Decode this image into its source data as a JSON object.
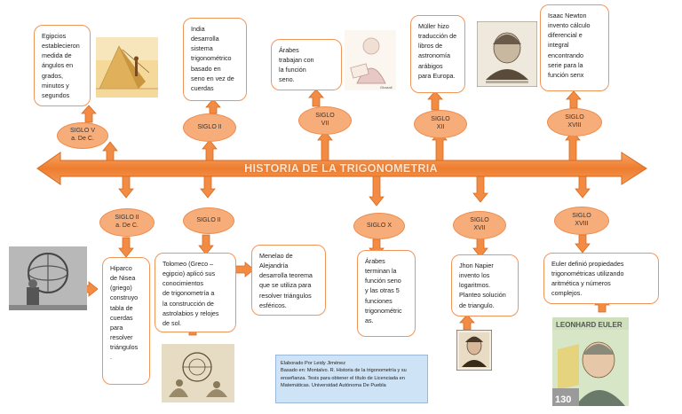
{
  "title": "HISTORIA DE LA TRIGONOMETRIA",
  "top_centuries": [
    {
      "label": "SIGLO V\na. De C."
    },
    {
      "label": "SIGLO II"
    },
    {
      "label": "SIGLO\nVII"
    },
    {
      "label": "SIGLO\nXII"
    },
    {
      "label": "SIGLO\nXVIII"
    }
  ],
  "top_boxes": [
    {
      "text": "Egipcios\nestablecieron\nmedida de\nángulos en\ngrados,\nminutos y\nsegundos"
    },
    {
      "text": "India\ndesarrolla\nsistema\ntrigonométrico\nbasado en\nseno en vez de\ncuerdas"
    },
    {
      "text": "Árabes\ntrabajan con\nla función\nseno."
    },
    {
      "text": "Müller hizo\ntraducción de\nlibros de\nastronomía\narábigos\npara Europa."
    },
    {
      "text": "Isaac Newton\ninvento cálculo\ndiferencial  e\nintegral\nencontrando\nserie para la\nfunción senx"
    }
  ],
  "bottom_centuries": [
    {
      "label": "SIGLO II\na. De C."
    },
    {
      "label": "SIGLO II"
    },
    {
      "label": "SIGLO X"
    },
    {
      "label": "SIGLO\nXVII"
    },
    {
      "label": "SIGLO\nXVIII"
    }
  ],
  "bottom_boxes": [
    {
      "text": "Hiparco\nde Nisea\n(griego)\nconstruyo\ntabla de\ncuerdas\npara\nresolver\ntriángulos\n."
    },
    {
      "text": "Tolomeo (Greco –\negipcio) aplicó sus\nconocimientos\nde trigonometría a\nla construcción de\nastrolabios y relojes\nde sol."
    },
    {
      "text": "Menelao de\nAlejandría\ndesarrolla teorema\nque se utiliza para\nresolver triángulos\nesféricos."
    },
    {
      "text": "Árabes\nterminan la\nfunción seno\ny las otras 5\nfunciones\ntrigonométric\nas."
    },
    {
      "text": "Jhon Napier\ninvento los\nlogaritmos.\nPlanteo solución\nde triangulo."
    },
    {
      "text": "Euler definió propiedades\ntrigonométricas utilizando\naritmética y números\ncomplejos."
    }
  ],
  "credit": {
    "line1": "Elaborado Por Leidy Jiménez",
    "line2": "Basado en: Montalvo. R. Historia de la trigonometría y su enseñanza. Tesis para obtener el título de Licenciada en Matemáticas. Universidad Autónoma De Puebla"
  },
  "image_captions": {
    "euler_name": "LEONHARD EULER",
    "euler_stamp_value": "130",
    "arab_caption": "Ghazali"
  },
  "colors": {
    "accent": "#f28c44",
    "bubble": "#f7ad7a",
    "credit_bg": "#cfe3f7"
  }
}
